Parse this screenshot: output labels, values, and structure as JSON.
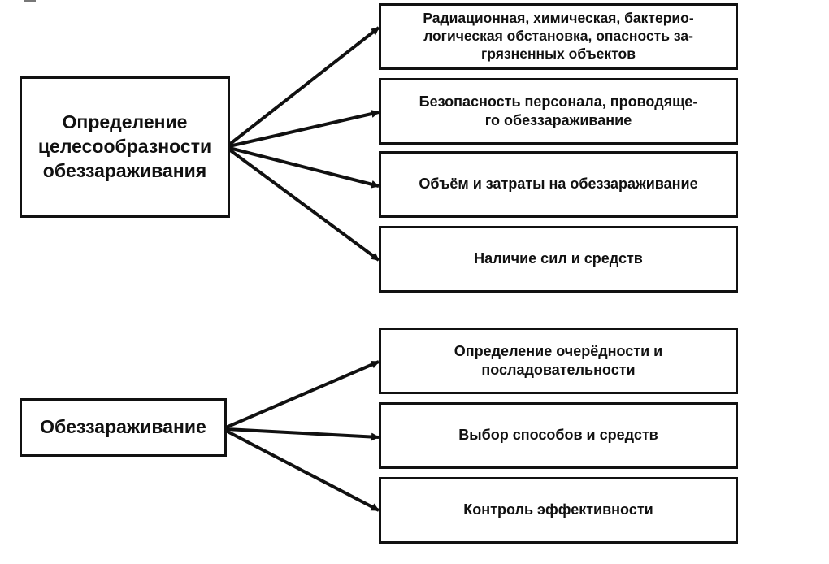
{
  "diagram": {
    "source_top": "Определение\nцелесообразности\nобеззараживания",
    "targets_top": [
      "Радиационная, химическая, бактерио-\nлогическая обстановка, опасность за-\nгрязненных объектов",
      "Безопасность персонала, проводяще-\nго обеззараживание",
      "Объём и затраты на обеззараживание",
      "Наличие сил  и средств"
    ],
    "source_bottom": "Обеззараживание",
    "targets_bottom": [
      "Определение очерёдности и\nпосладовательности",
      "Выбор способов и средств",
      "Контроль эффективности"
    ],
    "colors": {
      "line": "#111111",
      "box_fill": "#ffffff"
    }
  }
}
